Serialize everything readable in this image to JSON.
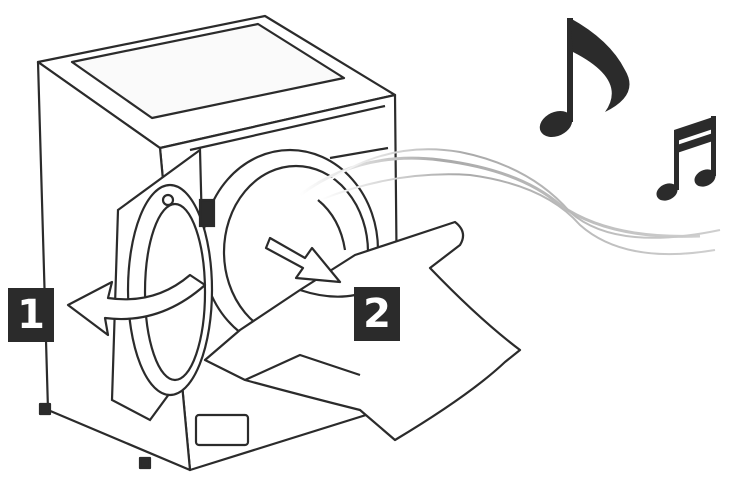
{
  "steps": [
    {
      "number": "1",
      "meaning": "open-door"
    },
    {
      "number": "2",
      "meaning": "remove-laundry"
    }
  ],
  "icons": [
    "washing-machine-icon",
    "open-door-icon",
    "laundry-cloth-icon",
    "music-note-icon",
    "beamed-notes-icon",
    "sound-wave-icon",
    "arrow-left-icon",
    "arrow-down-right-icon"
  ],
  "colors": {
    "line": "#2b2b2b",
    "badge": "#2b2b2b",
    "badge_text": "#ffffff",
    "wave": "#b8b8b8"
  }
}
